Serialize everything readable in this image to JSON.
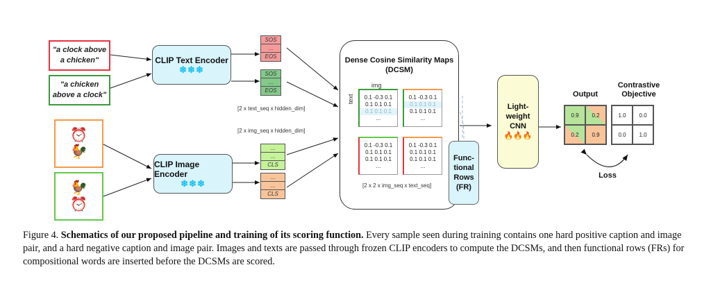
{
  "captions": {
    "negative": "\"a clock above a chicken\"",
    "positive": "\"a chicken above a clock\""
  },
  "text_encoder": {
    "label": "CLIP Text Encoder",
    "status_icon": "snowflake-icon",
    "icons": "❄❄❄"
  },
  "image_encoder": {
    "label": "CLIP Image Encoder",
    "status_icon": "snowflake-icon",
    "icons": "❄❄❄"
  },
  "text_tokens": {
    "red": [
      "SOS",
      "...",
      "EOS"
    ],
    "green": [
      "SOS",
      "...",
      "EOS"
    ]
  },
  "image_tokens": {
    "green": [
      "...",
      "...",
      "CLS"
    ],
    "orange": [
      "...",
      "...",
      "CLS"
    ]
  },
  "dims": {
    "text": "[2 x text_seq x hidden_dim]",
    "image": "[2 x img_seq x hidden_dim]",
    "dcsm": "[2 x 2 x img_seq x text_seq]"
  },
  "dcsm": {
    "title_line1": "Dense Cosine Similarity Maps",
    "title_line2": "(DCSM)",
    "axis_img": "img",
    "axis_text": "text",
    "matrices": [
      {
        "rows": [
          "0.1 -0.3 0.1",
          "0.1 0.1 0.1",
          "0.1 0.1 0.1",
          "..."
        ],
        "highlight_row": 2
      },
      {
        "rows": [
          "0.1 -0.3 0.1",
          "0.1 0.1 0.1",
          "0.1 0.1 0.1",
          "..."
        ],
        "highlight_row": 1
      },
      {
        "rows": [
          "0.1 -0.3 0.1",
          "0.1 0.1 0.1",
          "0.1 0.1 0.1",
          "..."
        ],
        "highlight_row": -1
      },
      {
        "rows": [
          "0.1 -0.3 0.1",
          "0.1 0.1 0.1",
          "0.1 0.1 0.1",
          "..."
        ],
        "highlight_row": -1
      }
    ]
  },
  "fr": {
    "label_lines": [
      "Func-",
      "tional",
      "Rows",
      "(FR)"
    ]
  },
  "cnn": {
    "label_lines": [
      "Light-",
      "weight",
      "CNN"
    ],
    "status_icon": "fire-icon",
    "icons": "🔥🔥🔥"
  },
  "output": {
    "title": "Output",
    "cells": [
      "0.9",
      "0.2",
      "0.2",
      "0.9"
    ]
  },
  "objective": {
    "title_line1": "Contrastive",
    "title_line2": "Objective",
    "cells": [
      "1.0",
      "0.0",
      "0.0",
      "1.0"
    ]
  },
  "loss_label": "Loss",
  "colors": {
    "red": "#e8323c",
    "green": "#3a9a3a",
    "orange": "#f39a4a",
    "light_green": "#62c94a",
    "encoder_fill": "#d9f4fb",
    "cnn_fill": "#fbfbd6",
    "token_red": "#f59a9a",
    "token_green": "#82c98a",
    "token_lgreen": "#c6f29a",
    "token_orange": "#f8c49a"
  },
  "figure_caption": {
    "label": "Figure 4.",
    "bold": "Schematics of our proposed pipeline and training of its scoring function.",
    "body": "Every sample seen during training contains one hard positive caption and image pair, and a hard negative caption and image pair. Images and texts are passed through frozen CLIP encoders to compute the DCSMs, and then functional rows (FRs) for compositional words are inserted before the DCSMs are scored."
  }
}
